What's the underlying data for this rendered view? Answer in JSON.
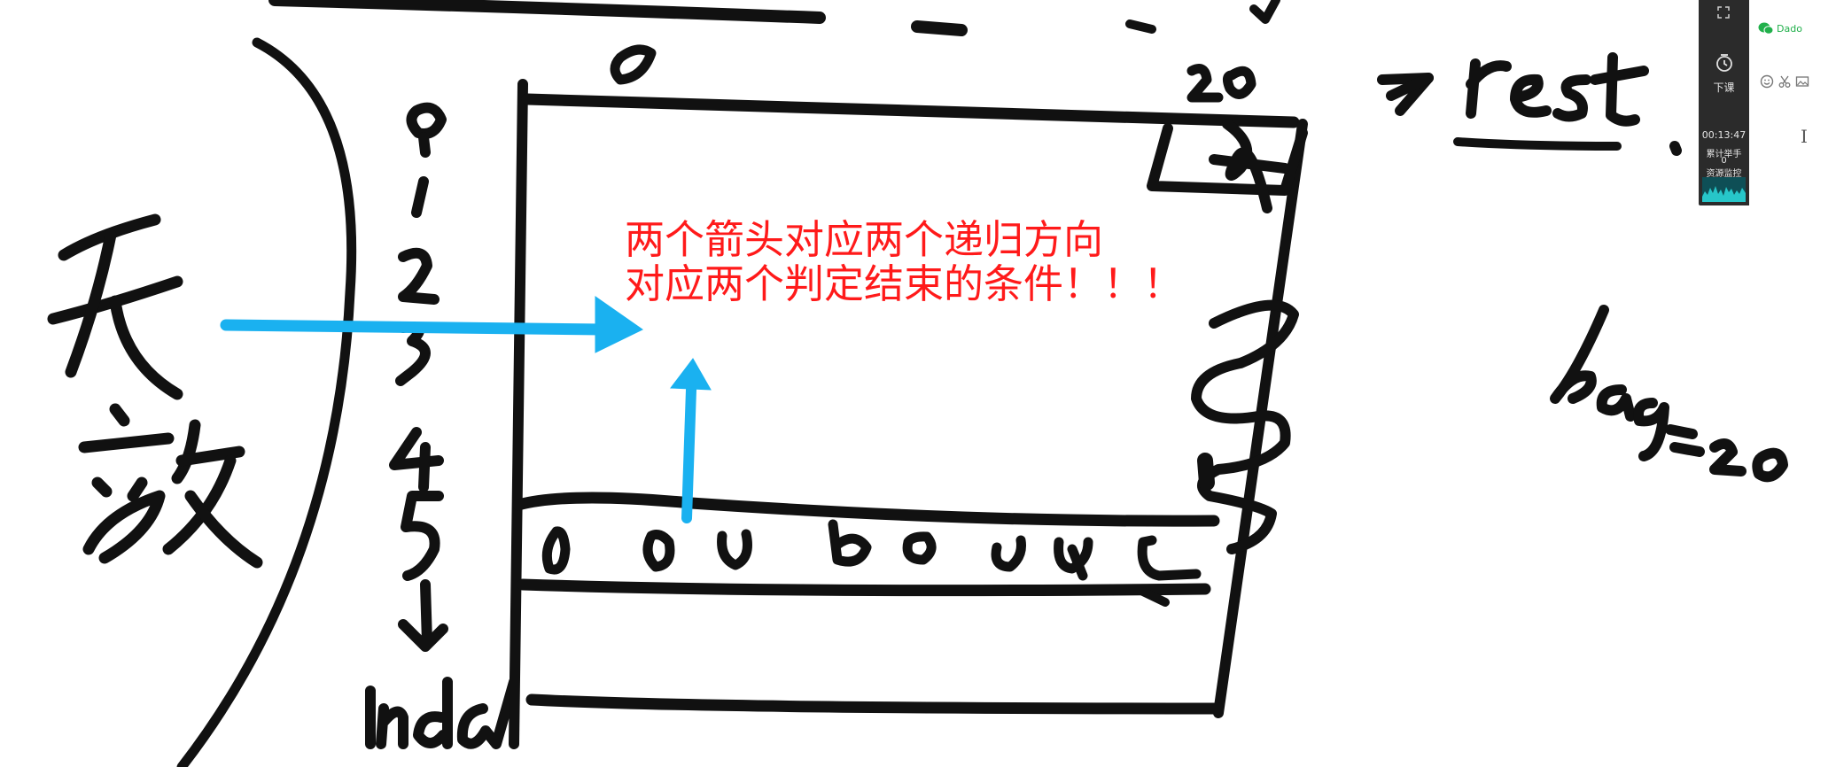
{
  "annotation": {
    "line1": "两个箭头对应两个递归方向",
    "line2": "对应两个判定结束的条件！！！",
    "color": "#ff1a1a"
  },
  "arrow_color": "#1ab1f0",
  "ink_color": "#111111",
  "side_panel": {
    "fullscreen_icon": "fullscreen-icon",
    "class_icon": "clock-icon",
    "class_label": "下课",
    "timer": "00:13:47",
    "hand_raise_label": "累计举手",
    "hand_raise_count": "0",
    "resource_monitor_label": "资源监控"
  },
  "chat": {
    "name": "Dado",
    "icons": [
      "emoji-icon",
      "scissors-icon",
      "image-icon"
    ]
  }
}
